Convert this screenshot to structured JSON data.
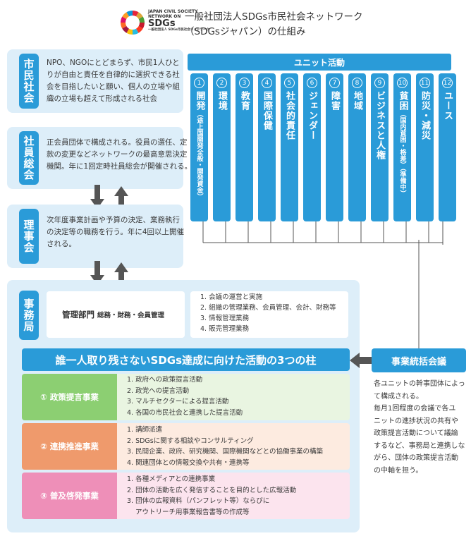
{
  "header": {
    "logo_line1": "JAPAN CIVIL SOCIETY",
    "logo_line2": "NETWORK ON",
    "logo_line3": "SDGs",
    "logo_line4": "一般社団法人 SDGs市民社会ネットワーク",
    "title_line1": "一般社団法人SDGs市民社会ネットワーク",
    "title_line2": "（SDGsジャパン）の仕組み"
  },
  "civil_society": {
    "label": "市民社会",
    "text": [
      "NPO、NGOにとどまらず、市民1人ひと",
      "りが自由と責任を自律的に選択できる社",
      "会を目指したいと願い、個人の立場や組",
      "織の立場も超えて形成される社会"
    ]
  },
  "general_meeting": {
    "label": "社員総会",
    "text": [
      "正会員団体で構成される。役員の選任、定",
      "款の変更などネットワークの最高意思決定",
      "機関。年に1回定時社員総会が開催される。"
    ]
  },
  "board": {
    "label": "理事会",
    "text": [
      "次年度事業計画や予算の決定、業務執行",
      "の決定等の職務を行う。年に4回以上開催",
      "される。"
    ]
  },
  "units": {
    "title": "ユニット活動",
    "items": [
      {
        "num": "1",
        "name": "開発",
        "sub": "（途上国開発全般・開発資金）"
      },
      {
        "num": "2",
        "name": "環境",
        "sub": ""
      },
      {
        "num": "3",
        "name": "教育",
        "sub": ""
      },
      {
        "num": "4",
        "name": "国際保健",
        "sub": ""
      },
      {
        "num": "5",
        "name": "社会的責任",
        "sub": ""
      },
      {
        "num": "6",
        "name": "ジェンダー",
        "sub": ""
      },
      {
        "num": "7",
        "name": "障害",
        "sub": ""
      },
      {
        "num": "8",
        "name": "地域",
        "sub": ""
      },
      {
        "num": "9",
        "name": "ビジネスと人権",
        "sub": ""
      },
      {
        "num": "10",
        "name": "貧困",
        "sub": "（国内貧困・格差）（準備中）"
      },
      {
        "num": "11",
        "name": "防災・減災",
        "sub": ""
      },
      {
        "num": "12",
        "name": "ユース",
        "sub": ""
      }
    ]
  },
  "office": {
    "label": "事務局",
    "dept_name": "管理部門",
    "dept_detail": "総務・財務・会員管理",
    "duties": [
      "1. 会議の運営と実施",
      "2. 組織の管理業務、会員管理、会計、財務等",
      "3. 情報管理業務",
      "4. 販売管理業務"
    ]
  },
  "pillars": {
    "title": "誰一人取り残さないSDGs達成に向けた活動の3つの柱",
    "items": [
      {
        "label": "① 政策提言事業",
        "color": "#8ccf72",
        "bg": "#e9f5e1",
        "lines": [
          "1. 政府への政策提言活動",
          "2. 政党への提言活動",
          "3. マルチセクターによる提言活動",
          "4. 各国の市民社会と連携した提言活動"
        ]
      },
      {
        "label": "② 連携推進事業",
        "color": "#ef9a6c",
        "bg": "#fdebe0",
        "lines": [
          "1. 講師派遣",
          "2. SDGsに関する相談やコンサルティング",
          "3. 民間企業、政府、研究機関、国際機関などとの協働事業の構築",
          "4. 関連団体との情報交換や共有・連携等"
        ]
      },
      {
        "label": "③ 普及啓発事業",
        "color": "#ee8fb8",
        "bg": "#fce4ee",
        "lines": [
          "1. 各種メディアとの連携事業",
          "2. 団体の活動を広く発信することを目的とした広報活動",
          "3. 団体の広報資料（パンフレット等）ならびに",
          "アウトリーチ用事業報告書等の作成等"
        ]
      }
    ]
  },
  "meeting": {
    "label": "事業統括会議",
    "text": [
      "各ユニットの幹事団体によっ",
      "て構成される。",
      "毎月1回程度の会議で各ユ",
      "ニットの進捗状況の共有や",
      "政策提言活動について議論",
      "するなど、事務局と連携しな",
      "がら、団体の政策提言活動",
      "の中軸を担う。"
    ]
  },
  "colors": {
    "primary": "#2a9bd8",
    "panel": "#ddeef9",
    "arrow": "#555555"
  }
}
